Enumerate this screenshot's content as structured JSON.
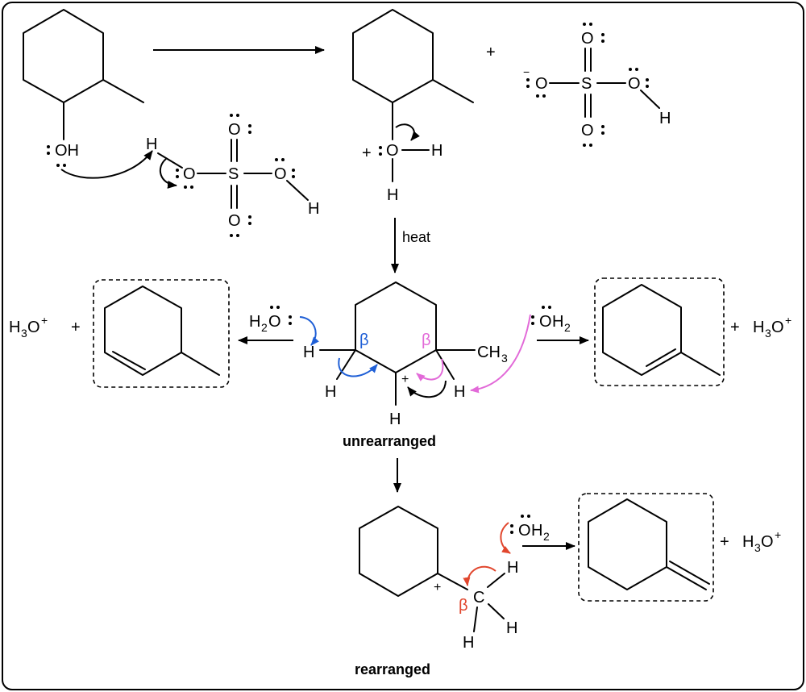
{
  "colors": {
    "border": "#000000",
    "blue": "#1f5fd6",
    "pink": "#e26ad8",
    "red": "#e1462d"
  },
  "atoms": {
    "oh": "OH",
    "h": "H",
    "o": "O",
    "s": "S",
    "plus": "+",
    "minus": "−",
    "h3o_h": "H",
    "h3o_3": "3",
    "h3o_o": "O",
    "h3o_plus": "+",
    "h2o_h": "H",
    "h2o_2": "2",
    "h2o_o": "O",
    "oh2_o": "O",
    "oh2_h": "H",
    "oh2_2": "2",
    "ch3_c": "CH",
    "ch3_3": "3",
    "c": "C",
    "beta": "β",
    "colon": ":"
  },
  "labels": {
    "heat": "heat",
    "unrearranged": "unrearranged",
    "rearranged": "rearranged"
  }
}
